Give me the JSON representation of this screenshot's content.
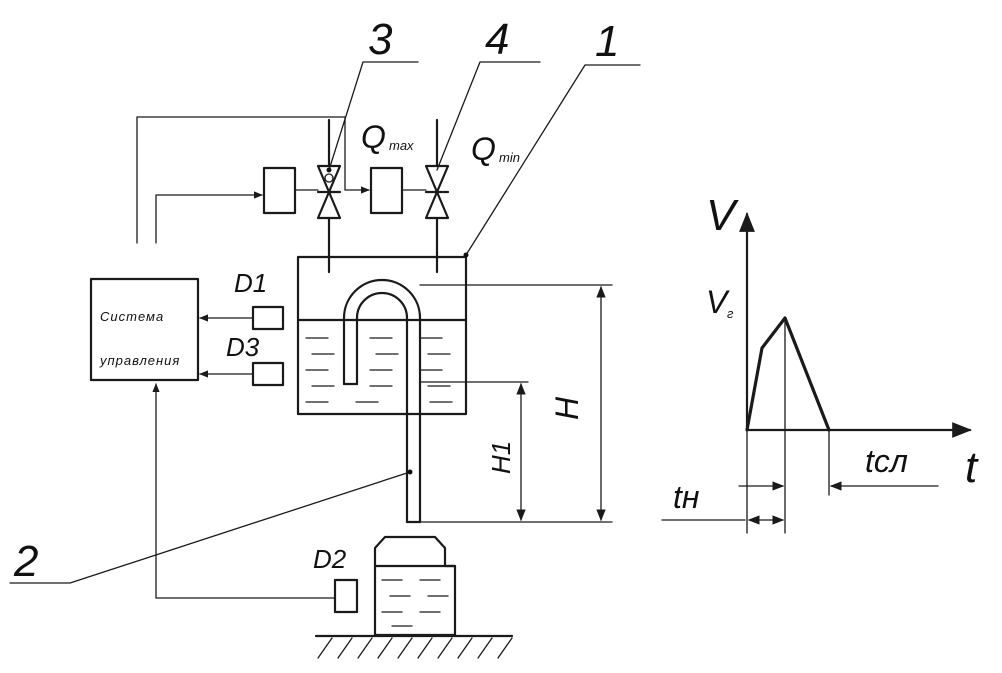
{
  "labels": {
    "num1": "1",
    "num2": "2",
    "num3": "3",
    "num4": "4",
    "qmax_main": "Q",
    "qmax_sub": "max",
    "qmin_main": "Q",
    "qmin_sub": "min",
    "d1": "D1",
    "d2": "D2",
    "d3": "D3",
    "control_line1": "Система",
    "control_line2": "управления",
    "h": "H",
    "h1": "H1",
    "v": "V",
    "vg_main": "V",
    "vg_sub": "г",
    "t": "t",
    "tn": "tн",
    "tsl": "tсл"
  }
}
